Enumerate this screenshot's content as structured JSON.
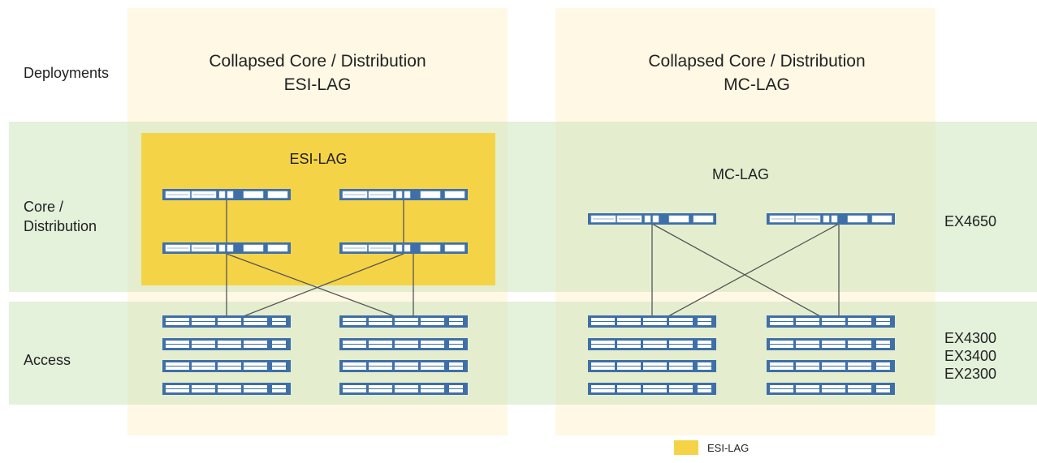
{
  "row_labels": {
    "deployments": "Deployments",
    "core_line1": "Core /",
    "core_line2": "Distribution",
    "access": "Access"
  },
  "columns": [
    {
      "title_line1": "Collapsed Core / Distribution",
      "title_line2": "ESI-LAG",
      "group_label": "ESI-LAG"
    },
    {
      "title_line1": "Collapsed Core / Distribution",
      "title_line2": "MC-LAG",
      "group_label": "MC-LAG"
    }
  ],
  "core_models": [
    "EX4650"
  ],
  "access_models": [
    "EX4300",
    "EX3400",
    "EX2300"
  ],
  "legend": {
    "label": "ESI-LAG",
    "color": "#f5d347"
  },
  "colors": {
    "deploy_column": "#fef6dc",
    "layer_row": "#cde5be",
    "esi_lag_highlight": "#f5d347",
    "switch_body": "#3e6fa8",
    "link": "#555555"
  }
}
